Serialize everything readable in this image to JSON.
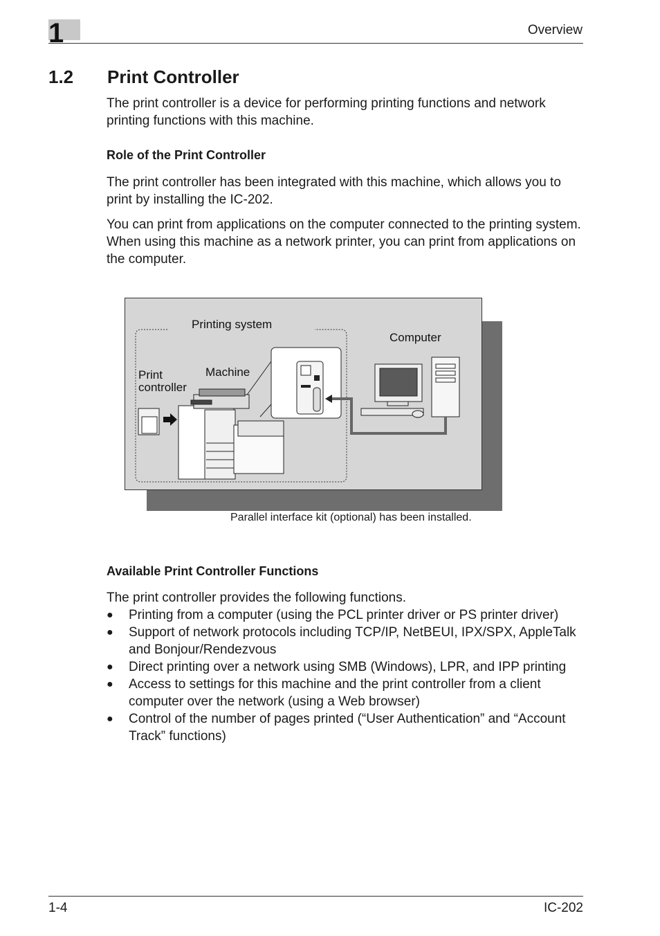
{
  "header": {
    "chapter_number": "1",
    "title": "Overview"
  },
  "section": {
    "number": "1.2",
    "title": "Print Controller"
  },
  "intro": "The print controller is a device for performing printing functions and network printing functions with this machine.",
  "role": {
    "heading": "Role of the Print Controller",
    "paragraphs": [
      "The print controller has been integrated with this machine, which allows you to print by installing the IC-202.",
      "You can print from applications on the computer connected to the printing system. When using this machine as a network printer, you can print from applications on the computer."
    ]
  },
  "figure": {
    "labels": {
      "printing_system": "Printing system",
      "computer": "Computer",
      "machine": "Machine",
      "print": "Print",
      "controller": "controller"
    },
    "caption": "Parallel interface kit (optional) has been installed."
  },
  "functions": {
    "heading": "Available Print Controller Functions",
    "intro": "The print controller provides the following functions.",
    "bullet_symbol": "●",
    "items": [
      "Printing from a computer (using the PCL printer driver or PS printer driver)",
      "Support of network protocols including TCP/IP, NetBEUI, IPX/SPX, AppleTalk and Bonjour/Rendezvous",
      "Direct printing over a network using SMB (Windows), LPR, and IPP printing",
      "Access to settings for this machine and the print controller from a client computer over the network (using a Web browser)",
      "Control of the number of pages printed (“User Authentication” and “Account Track” functions)"
    ]
  },
  "footer": {
    "page": "1-4",
    "model": "IC-202"
  }
}
